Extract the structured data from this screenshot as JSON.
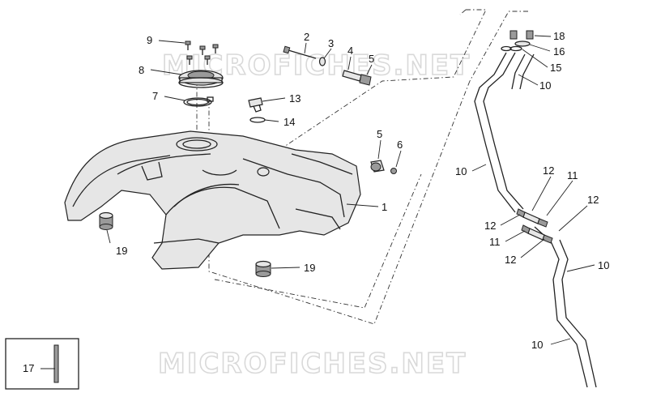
{
  "watermark": "MICROFICHES.NET",
  "callouts": {
    "c1": "1",
    "c2": "2",
    "c3": "3",
    "c4": "4",
    "c5a": "5",
    "c5b": "5",
    "c6": "6",
    "c7": "7",
    "c8": "8",
    "c9": "9",
    "c10a": "10",
    "c10b": "10",
    "c10c": "10",
    "c10d": "10",
    "c11a": "11",
    "c11b": "11",
    "c12a": "12",
    "c12b": "12",
    "c12c": "12",
    "c12d": "12",
    "c13": "13",
    "c14": "14",
    "c15": "15",
    "c16": "16",
    "c17": "17",
    "c18": "18",
    "c19a": "19",
    "c19b": "19"
  }
}
